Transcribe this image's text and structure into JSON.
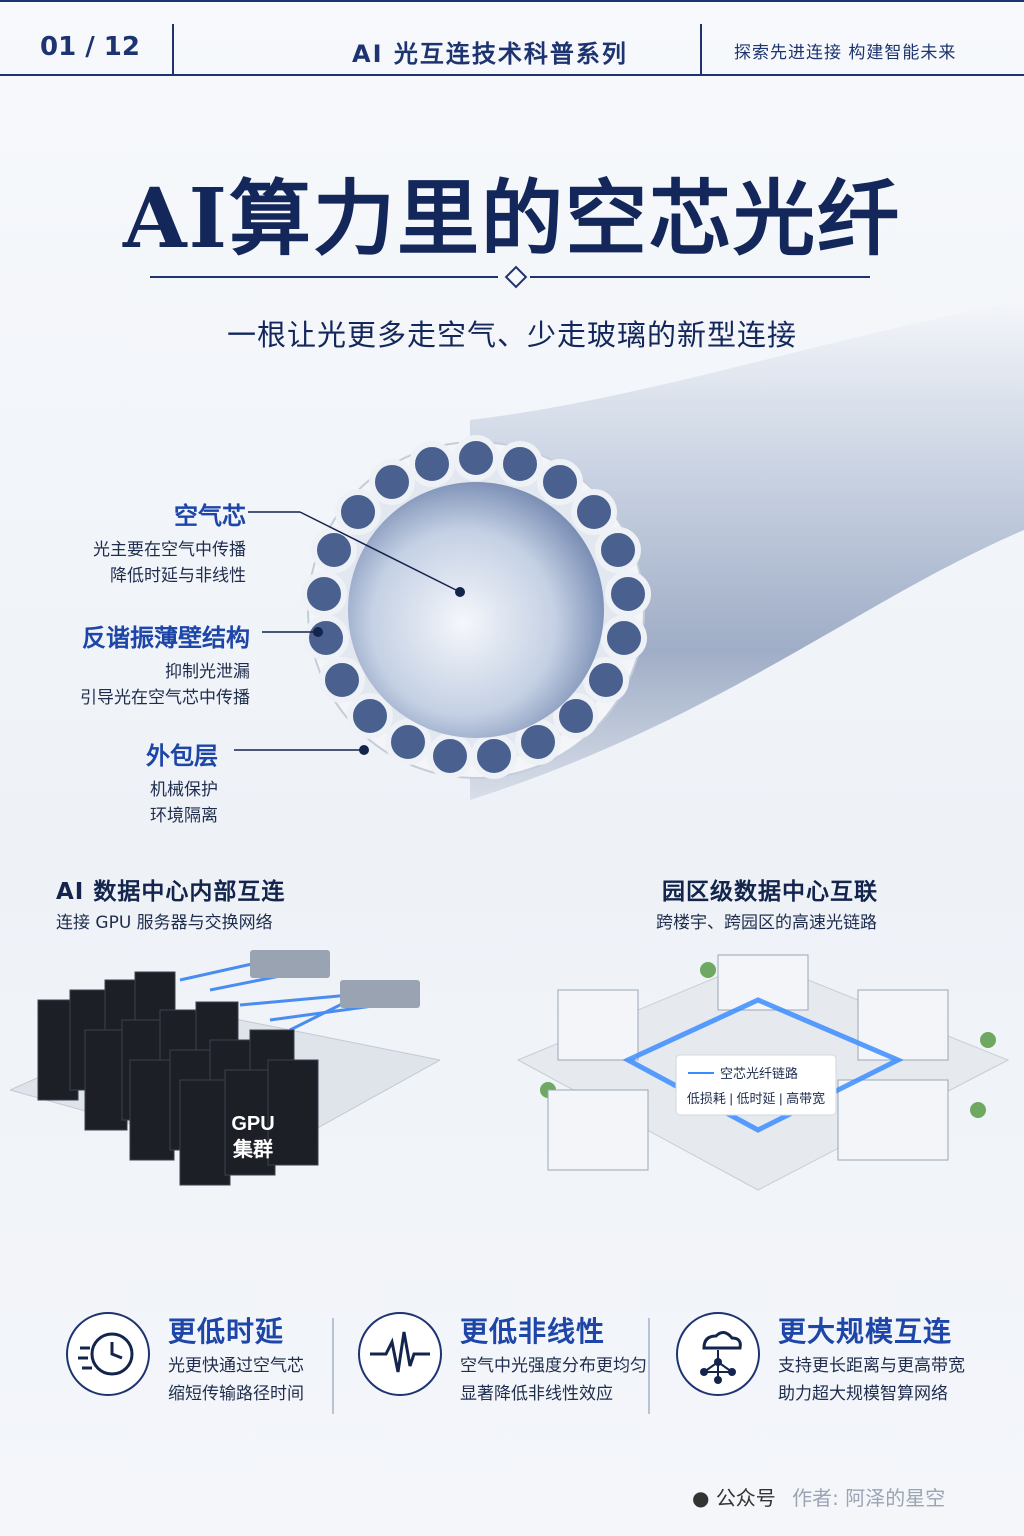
{
  "header": {
    "page_number": "01 / 12",
    "series": "AI 光互连技术科普系列",
    "slogan": "探索先进连接  构建智能未来"
  },
  "title": "AI算力里的空芯光纤",
  "subtitle": "一根让光更多走空气、少走玻璃的新型连接",
  "fiber_labels": [
    {
      "title": "空气芯",
      "lines": [
        "光主要在空气中传播",
        "降低时延与非线性"
      ]
    },
    {
      "title": "反谐振薄壁结构",
      "lines": [
        "抑制光泄漏",
        "引导光在空气芯中传播"
      ]
    },
    {
      "title": "外包层",
      "lines": [
        "机械保护",
        "环境隔离"
      ]
    }
  ],
  "scenarios": {
    "left": {
      "title": "AI 数据中心内部互连",
      "subtitle": "连接 GPU 服务器与交换网络",
      "cluster_label": [
        "GPU",
        "集群"
      ]
    },
    "right": {
      "title": "园区级数据中心互联",
      "subtitle": "跨楼宇、跨园区的高速光链路",
      "legend_title": "空芯光纤链路",
      "legend_features": "低损耗 | 低时延 | 高带宽"
    }
  },
  "features": [
    {
      "icon": "clock-speed-icon",
      "title": "更低时延",
      "lines": [
        "光更快通过空气芯",
        "缩短传输路径时间"
      ]
    },
    {
      "icon": "waveform-icon",
      "title": "更低非线性",
      "lines": [
        "空气中光强度分布更均匀",
        "显著降低非线性效应"
      ]
    },
    {
      "icon": "network-cloud-icon",
      "title": "更大规模互连",
      "lines": [
        "支持更长距离与更高带宽",
        "助力超大规模智算网络"
      ]
    }
  ],
  "footer": {
    "platform": "公众号",
    "author": "作者: 阿泽的星空"
  },
  "colors": {
    "navy": "#13275a",
    "accent_blue": "#1d46a8",
    "link_blue": "#3a8dff"
  }
}
